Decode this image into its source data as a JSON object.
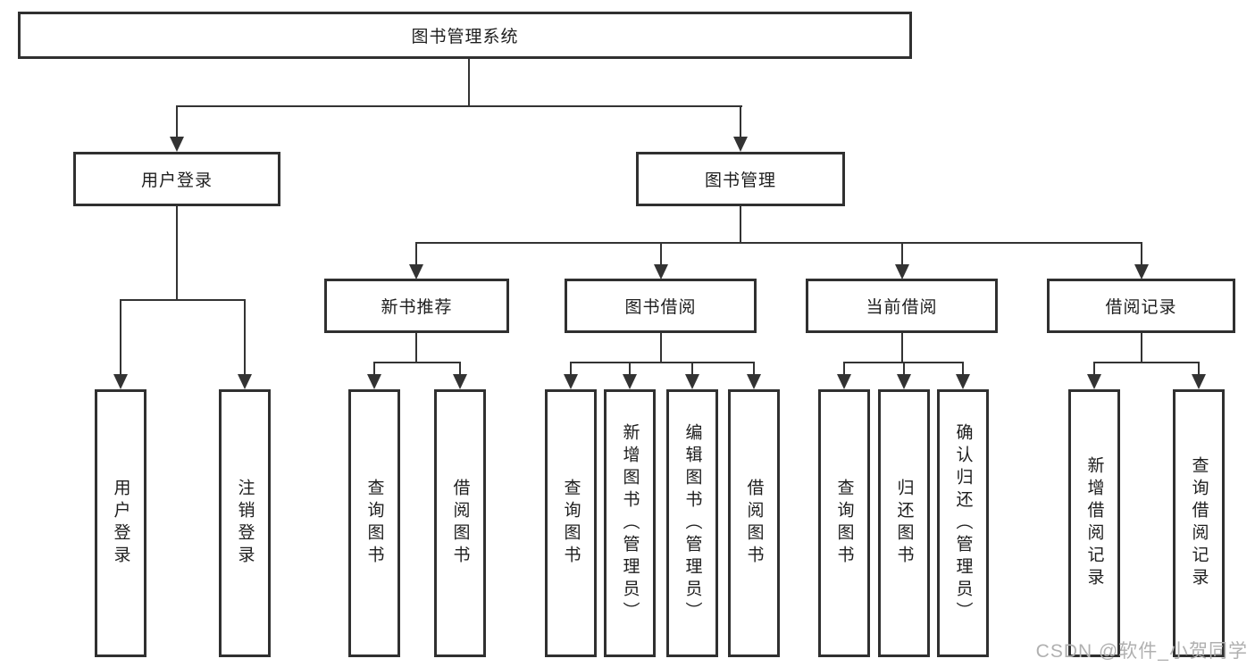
{
  "diagram_title": "图书管理系统",
  "nodes": {
    "root": "图书管理系统",
    "user_login_branch": "用户登录",
    "book_mgmt_branch": "图书管理",
    "level3": [
      "新书推荐",
      "图书借阅",
      "当前借阅",
      "借阅记录"
    ],
    "user_leaves": [
      "用户登录",
      "注销登录"
    ],
    "recommend_leaves": [
      "查询图书",
      "借阅图书"
    ],
    "borrow_leaves": [
      "查询图书",
      "新增图书（管理员）",
      "编辑图书（管理员）",
      "借阅图书"
    ],
    "current_leaves": [
      "查询图书",
      "归还图书",
      "确认归还（管理员）"
    ],
    "record_leaves": [
      "新增借阅记录",
      "查询借阅记录"
    ]
  },
  "watermark": "CSDN @软件_小贺同学",
  "colors": {
    "background": "#ffffff",
    "box_border": "#303030",
    "connector_line": "#333333",
    "text": "#1e1e1e",
    "watermark": "#b0b0b0"
  }
}
